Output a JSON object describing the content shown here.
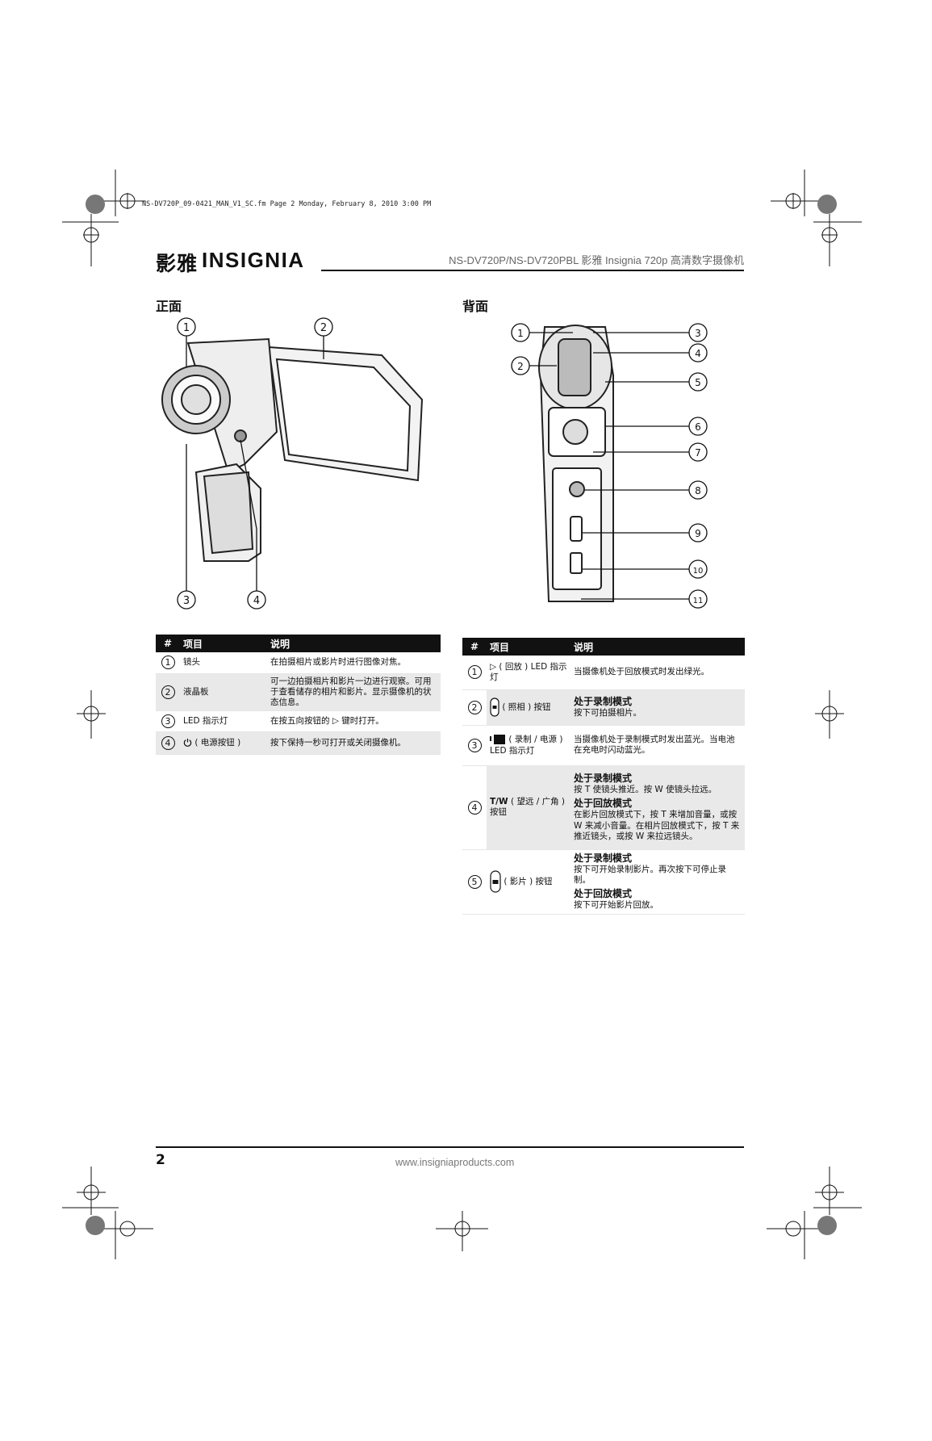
{
  "print_line": "NS-DV720P_09-0421_MAN_V1_SC.fm  Page 2  Monday, February 8, 2010  3:00 PM",
  "header": {
    "brand_cn": "影雅",
    "brand_en": "INSIGNIA",
    "doc_title": "NS-DV720P/NS-DV720PBL 影雅 Insignia 720p 高清数字摄像机"
  },
  "front": {
    "heading": "正面",
    "callouts": [
      "1",
      "2",
      "3",
      "4"
    ],
    "table": {
      "headers": [
        "#",
        "项目",
        "说明"
      ],
      "rows": [
        {
          "num": "1",
          "item": "镜头",
          "desc": "在拍摄相片或影片时进行图像对焦。"
        },
        {
          "num": "2",
          "item": "液晶板",
          "desc": "可一边拍摄相片和影片一边进行观察。可用于查看储存的相片和影片。显示摄像机的状态信息。"
        },
        {
          "num": "3",
          "item": "LED 指示灯",
          "desc": "在按五向按钮的 ▷ 键时打开。"
        },
        {
          "num": "4",
          "item": "( 电源按钮 )",
          "desc": "按下保持一秒可打开或关闭摄像机。"
        }
      ]
    }
  },
  "back": {
    "heading": "背面",
    "callouts": [
      "1",
      "2",
      "3",
      "4",
      "5",
      "6",
      "7",
      "8",
      "9",
      "10",
      "11"
    ],
    "table": {
      "headers": [
        "#",
        "项目",
        "说明"
      ],
      "rows": [
        {
          "num": "1",
          "item": "▷ ( 回放 ) LED 指示灯",
          "desc_lines": [
            {
              "text": "当摄像机处于回放模式时发出绿光。"
            }
          ]
        },
        {
          "num": "2",
          "item": "( 照相 ) 按钮",
          "desc_lines": [
            {
              "bold": "处于录制模式"
            },
            {
              "text": "按下可拍摄相片。"
            }
          ]
        },
        {
          "num": "3",
          "item": "( 录制 / 电源 ) LED 指示灯",
          "desc_lines": [
            {
              "text": "当摄像机处于录制模式时发出蓝光。当电池在充电时闪动蓝光。"
            }
          ]
        },
        {
          "num": "4",
          "item_bold": "T/W",
          "item": "( 望远 / 广角 ) 按钮",
          "desc_lines": [
            {
              "bold": "处于录制模式"
            },
            {
              "text": "按 T 使镜头推近。按 W 使镜头拉远。"
            },
            {
              "bold": "处于回放模式"
            },
            {
              "text": "在影片回放模式下，按 T 来增加音量，或按 W 来减小音量。在相片回放模式下，按 T 来推近镜头，或按 W 来拉远镜头。"
            }
          ]
        },
        {
          "num": "5",
          "item": "( 影片 ) 按钮",
          "desc_lines": [
            {
              "bold": "处于录制模式"
            },
            {
              "text": "按下可开始录制影片。再次按下可停止录制。"
            },
            {
              "bold": "处于回放模式"
            },
            {
              "text": "按下可开始影片回放。"
            }
          ]
        }
      ]
    }
  },
  "footer": {
    "page_number": "2",
    "url": "www.insigniaproducts.com"
  }
}
